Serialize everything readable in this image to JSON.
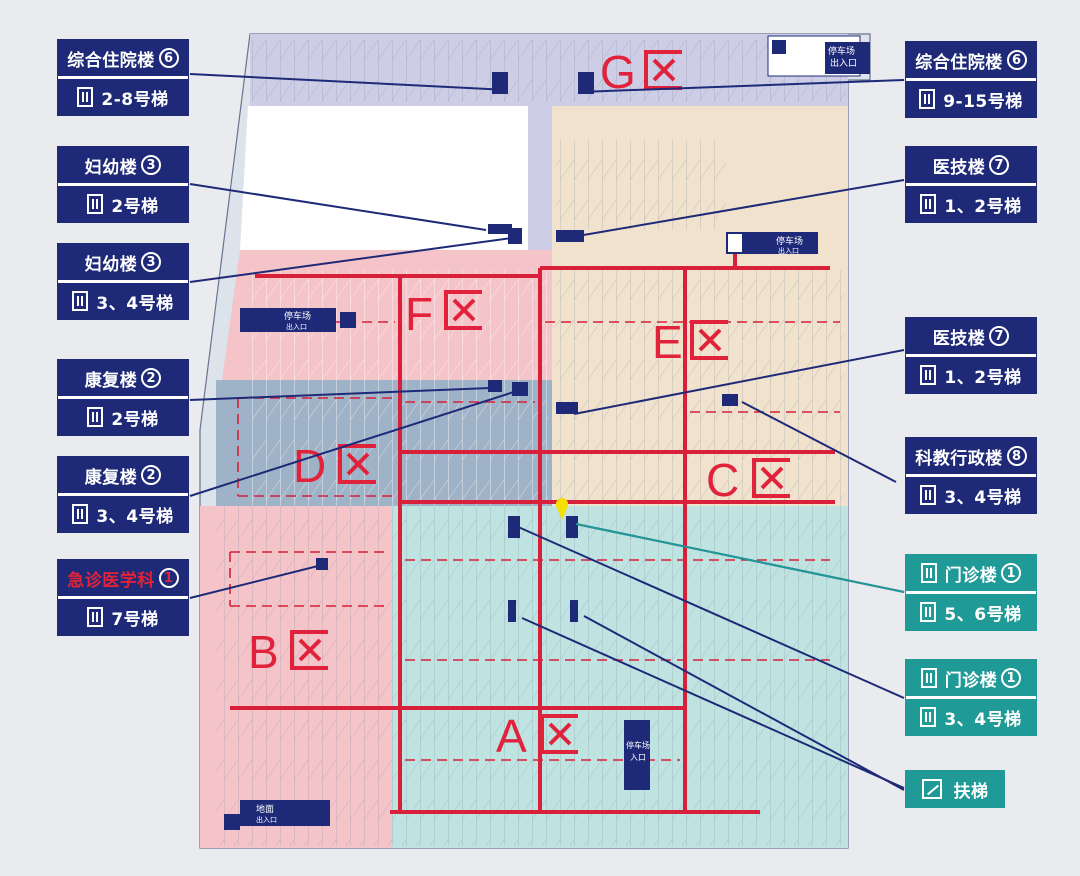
{
  "zones": [
    "A区",
    "B区",
    "C区",
    "D区",
    "E区",
    "F区",
    "G区"
  ],
  "parking_signs": {
    "top_right": [
      "停车场",
      "出入口"
    ],
    "mid_right": [
      "停车场",
      "出入口"
    ],
    "left": [
      "停车场",
      "出入口"
    ],
    "bottom_center": [
      "停车场",
      "入口"
    ],
    "bottom_left": [
      "地面",
      "出入口"
    ]
  },
  "labels": [
    {
      "id": "g-left",
      "building": "综合住院楼",
      "num": "6",
      "elevator": "2-8号梯",
      "style": "navy"
    },
    {
      "id": "g-right",
      "building": "综合住院楼",
      "num": "6",
      "elevator": "9-15号梯",
      "style": "navy"
    },
    {
      "id": "fuyou-2",
      "building": "妇幼楼",
      "num": "3",
      "elevator": "2号梯",
      "style": "navy"
    },
    {
      "id": "yiji-1",
      "building": "医技楼",
      "num": "7",
      "elevator": "1、2号梯",
      "style": "navy"
    },
    {
      "id": "fuyou-34",
      "building": "妇幼楼",
      "num": "3",
      "elevator": "3、4号梯",
      "style": "navy"
    },
    {
      "id": "yiji-2",
      "building": "医技楼",
      "num": "7",
      "elevator": "1、2号梯",
      "style": "navy"
    },
    {
      "id": "kangfu-2",
      "building": "康复楼",
      "num": "2",
      "elevator": "2号梯",
      "style": "navy"
    },
    {
      "id": "kejiao",
      "building": "科教行政楼",
      "num": "8",
      "elevator": "3、4号梯",
      "style": "navy"
    },
    {
      "id": "kangfu-34",
      "building": "康复楼",
      "num": "2",
      "elevator": "3、4号梯",
      "style": "navy"
    },
    {
      "id": "menzhen-56",
      "building": "门诊楼",
      "num": "1",
      "elevator": "5、6号梯",
      "style": "teal"
    },
    {
      "id": "jizhen",
      "building": "急诊医学科",
      "num": "1",
      "elevator": "7号梯",
      "style": "navy-red"
    },
    {
      "id": "menzhen-34",
      "building": "门诊楼",
      "num": "1",
      "elevator": "3、4号梯",
      "style": "teal"
    },
    {
      "id": "escalator",
      "building": "扶梯",
      "style": "teal-single"
    }
  ],
  "colors": {
    "navy": "#1e2a78",
    "teal": "#1f9a96",
    "red": "#e0223a",
    "zone_a": "#bfe3e0",
    "zone_b": "#f4c4c8",
    "zone_d": "#9fb3c8",
    "zone_e": "#f0e2cc",
    "zone_g": "#cdcde6",
    "marker": "#f5e000"
  }
}
